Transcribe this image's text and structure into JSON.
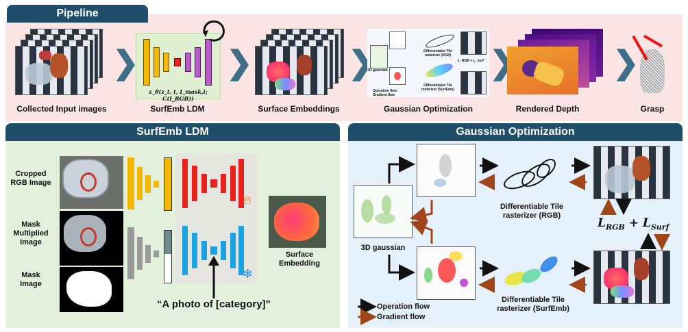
{
  "pipeline": {
    "title": "Pipeline",
    "captions": [
      "Collected Input images",
      "SurfEmb LDM",
      "Surface Embeddings",
      "Gaussian Optimization",
      "Rendered Depth",
      "Grasp"
    ],
    "ldm_formula": "ε_θ(z_t, t, I_mask,i; C(I_RGB))",
    "mini": {
      "gaussian": "3D gaussian",
      "rast_rgb": "Differentiable Tile rasterizer (RGB)",
      "rast_surf": "Differentiable Tile rasterizer (SurfEmb)",
      "loss": "L_RGB + L_surf",
      "op": "Operation flow",
      "grad": "Gradient flow"
    }
  },
  "ldm": {
    "title": "SurfEmb LDM",
    "label_cropped": "Cropped RGB Image",
    "label_mask_mult": "Mask Multiplied Image",
    "label_mask": "Mask Image",
    "output_label": "Surface Embedding",
    "prompt": "“A photo of [category]”",
    "fire_icon": "fire-icon",
    "snow_icon": "snowflake-icon"
  },
  "gauss": {
    "title": "Gaussian Optimization",
    "label_3d": "3D gaussian",
    "rast_rgb": "Differentiable Tile rasterizer (RGB)",
    "rast_surf": "Differentiable Tile rasterizer (SurfEmb)",
    "loss_a": "L",
    "loss_a_sub": "RGB",
    "loss_plus": " + ",
    "loss_b": "L",
    "loss_b_sub": "Surf",
    "legend_op": "Operation flow",
    "legend_grad": "Gradient flow"
  },
  "colors": {
    "pipeline_bg": "#fbe4e4",
    "ldm_bg": "#e3f1dc",
    "gauss_bg": "#e4f0fa",
    "header": "#1f4e6b",
    "gradient_arrow": "#a0461a",
    "unet_yellow": "#f5b800",
    "unet_red": "#e8231e",
    "unet_blue": "#1aa3e0",
    "unet_gray": "#9a9a9a",
    "unet_purple": "#b85cc8"
  }
}
